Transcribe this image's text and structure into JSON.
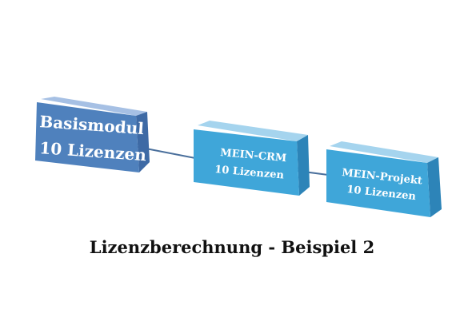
{
  "diagram": {
    "boxes": [
      {
        "id": "basismodul",
        "line1": "Basismodul",
        "line2": "10 Lizenzen",
        "color": "#4f81bd"
      },
      {
        "id": "mein-crm",
        "line1": "MEIN-CRM",
        "line2": "10 Lizenzen",
        "color": "#3fa6d9"
      },
      {
        "id": "mein-projekt",
        "line1": "MEIN-Projekt",
        "line2": "10 Lizenzen",
        "color": "#3fa6d9"
      }
    ],
    "connector_color": "#4a6f9c",
    "caption": "Lizenzberechnung - Beispiel 2"
  }
}
